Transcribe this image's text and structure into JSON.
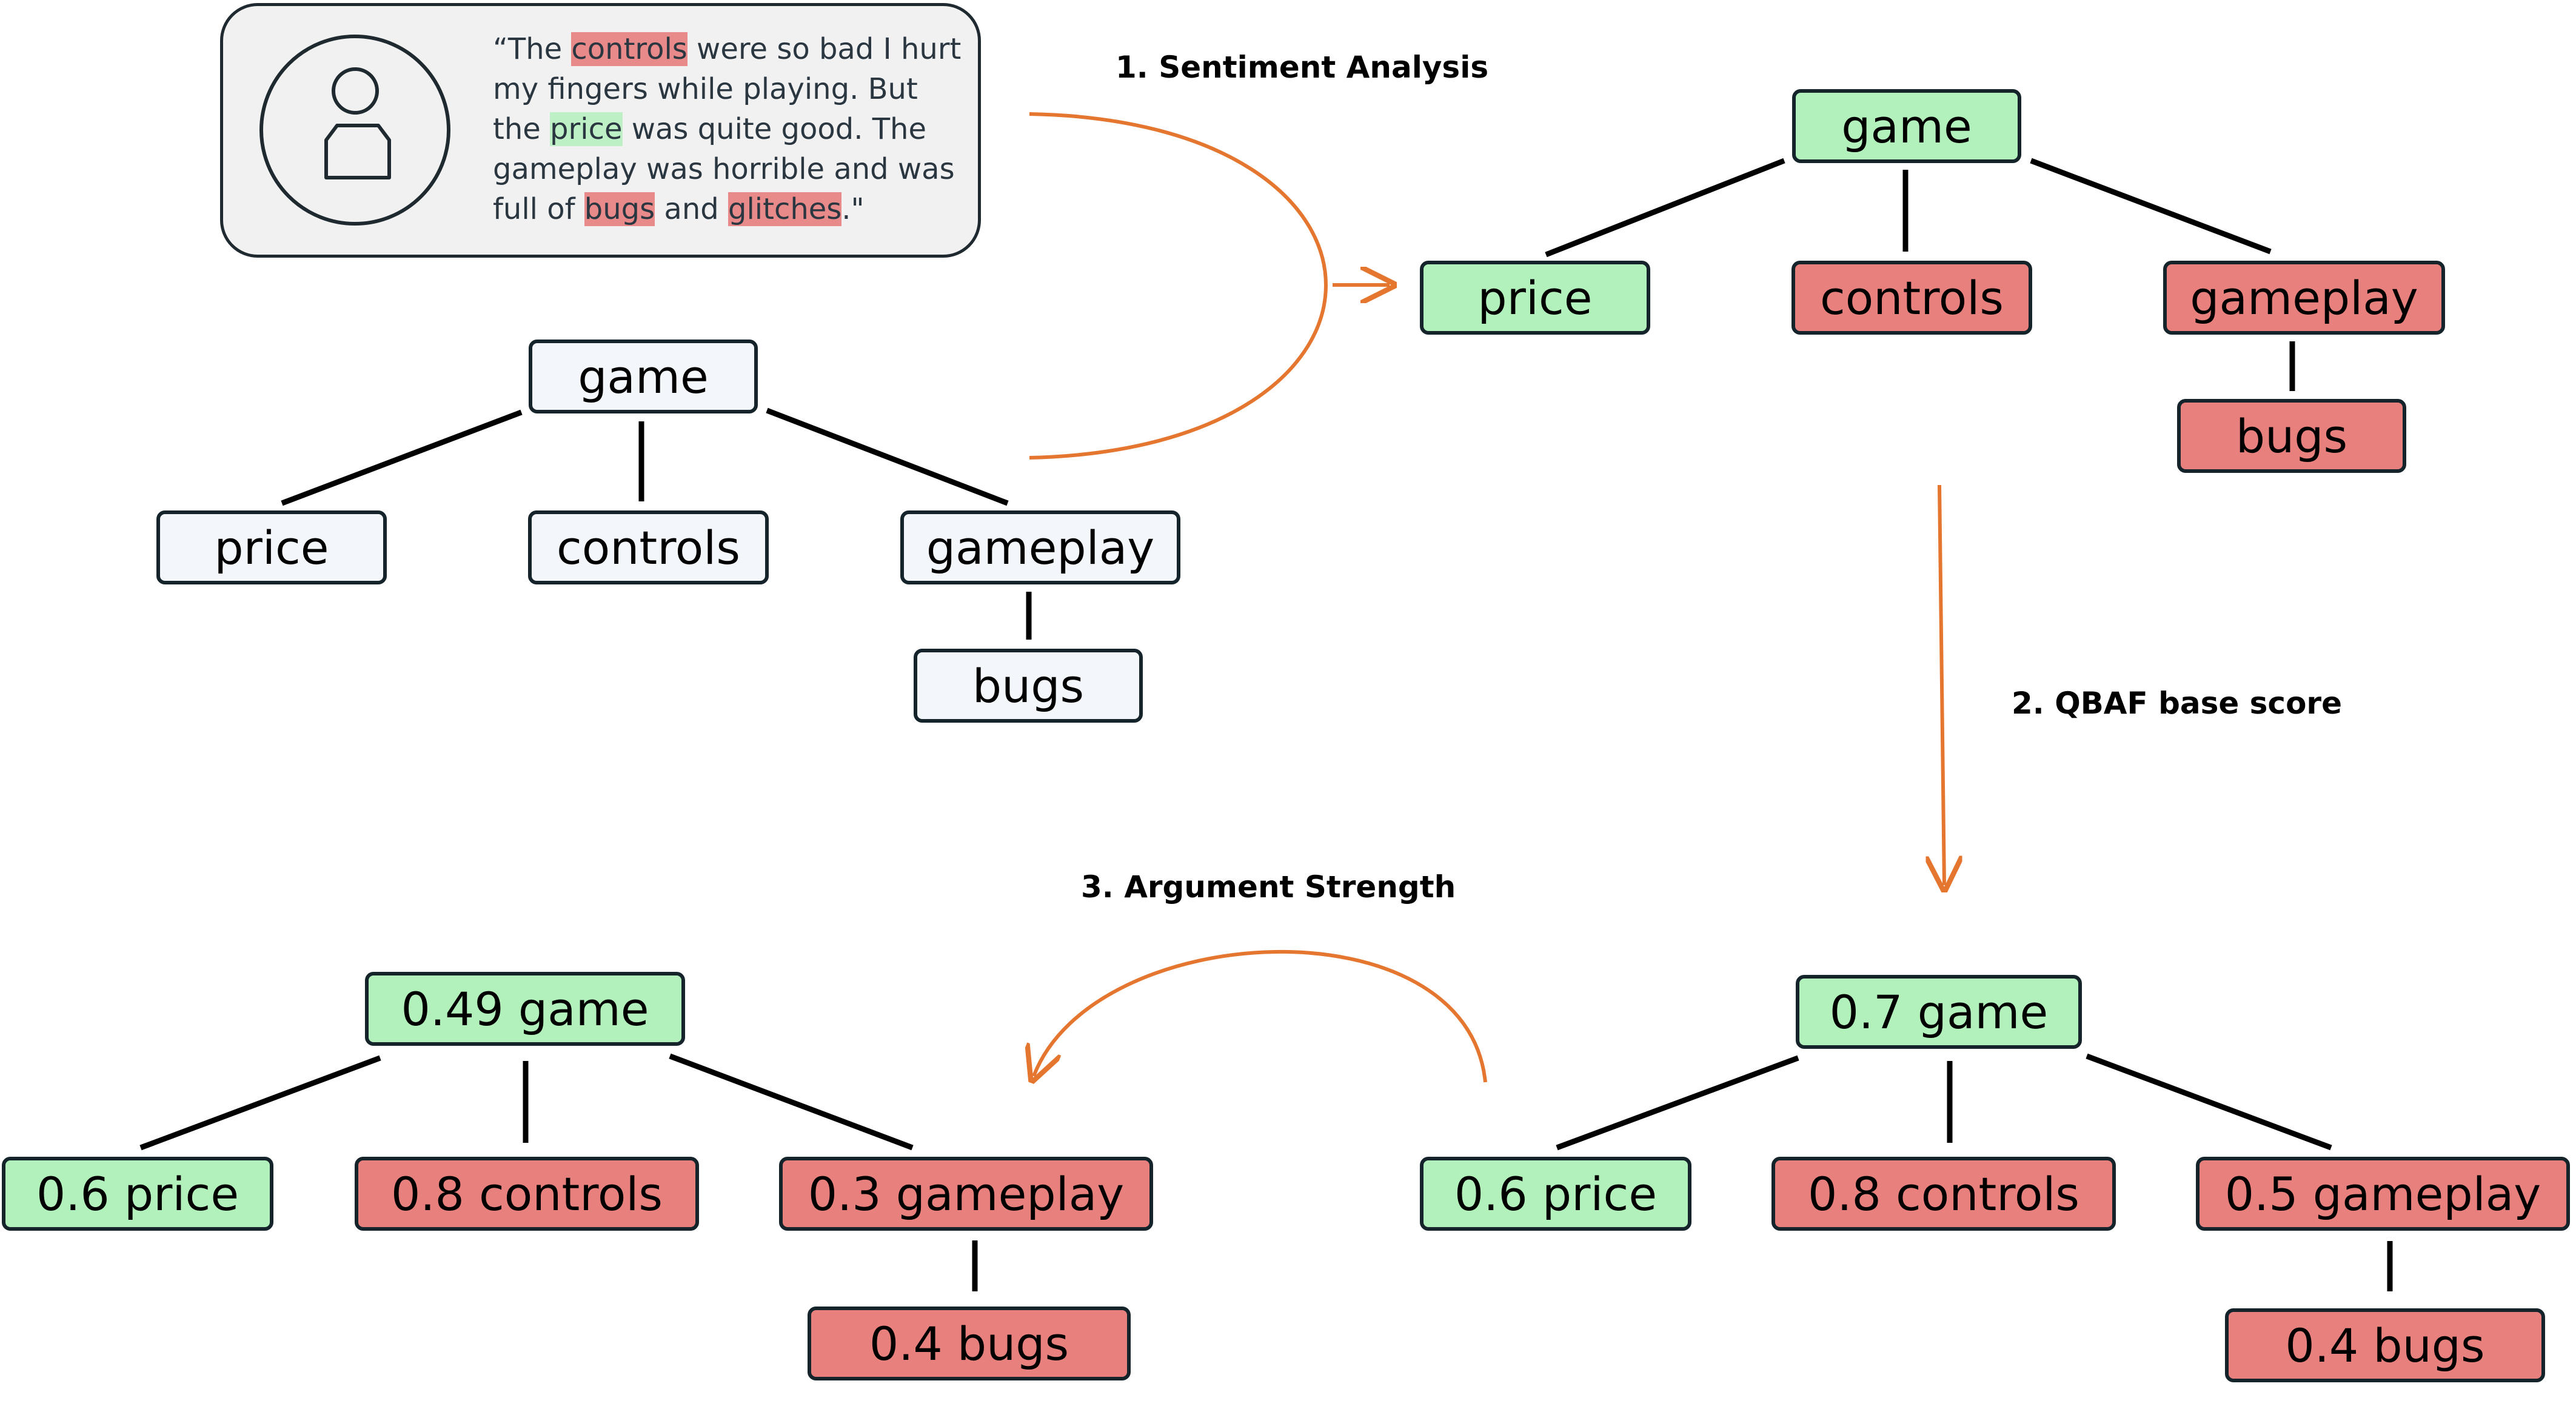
{
  "review": {
    "segments": [
      {
        "text": "“The ",
        "sentiment": "none"
      },
      {
        "text": "controls",
        "sentiment": "negative"
      },
      {
        "text": " were so bad I hurt",
        "sentiment": "none"
      },
      {
        "br": true
      },
      {
        "text": "my fingers while playing. But",
        "sentiment": "none"
      },
      {
        "br": true
      },
      {
        "text": "the ",
        "sentiment": "none"
      },
      {
        "text": "price",
        "sentiment": "positive"
      },
      {
        "text": " was quite good. The",
        "sentiment": "none"
      },
      {
        "br": true
      },
      {
        "text": "gameplay was horrible and was",
        "sentiment": "none"
      },
      {
        "br": true
      },
      {
        "text": "full of ",
        "sentiment": "none"
      },
      {
        "text": "bugs",
        "sentiment": "negative"
      },
      {
        "text": " and ",
        "sentiment": "none"
      },
      {
        "text": "glitches",
        "sentiment": "negative"
      },
      {
        "text": ".\"",
        "sentiment": "none"
      }
    ]
  },
  "steps": {
    "sentiment": "1. Sentiment Analysis",
    "qbaf": "2. QBAF base score",
    "strength": "3. Argument Strength"
  },
  "trees": {
    "aspect": {
      "game": "game",
      "price": "price",
      "controls": "controls",
      "gameplay": "gameplay",
      "bugs": "bugs"
    },
    "sentiment": {
      "game": "game",
      "price": "price",
      "controls": "controls",
      "gameplay": "gameplay",
      "bugs": "bugs"
    },
    "base_score": {
      "game": "0.7 game",
      "price": "0.6 price",
      "controls": "0.8 controls",
      "gameplay": "0.5 gameplay",
      "bugs": "0.4 bugs"
    },
    "strength": {
      "game": "0.49 game",
      "price": "0.6 price",
      "controls": "0.8 controls",
      "gameplay": "0.3 gameplay",
      "bugs": "0.4 bugs"
    }
  },
  "colors": {
    "positive": "#b2f0bc",
    "negative": "#e8807d",
    "neutral": "#f3f7fc",
    "arrow": "#e5762f",
    "border": "#15232b"
  }
}
